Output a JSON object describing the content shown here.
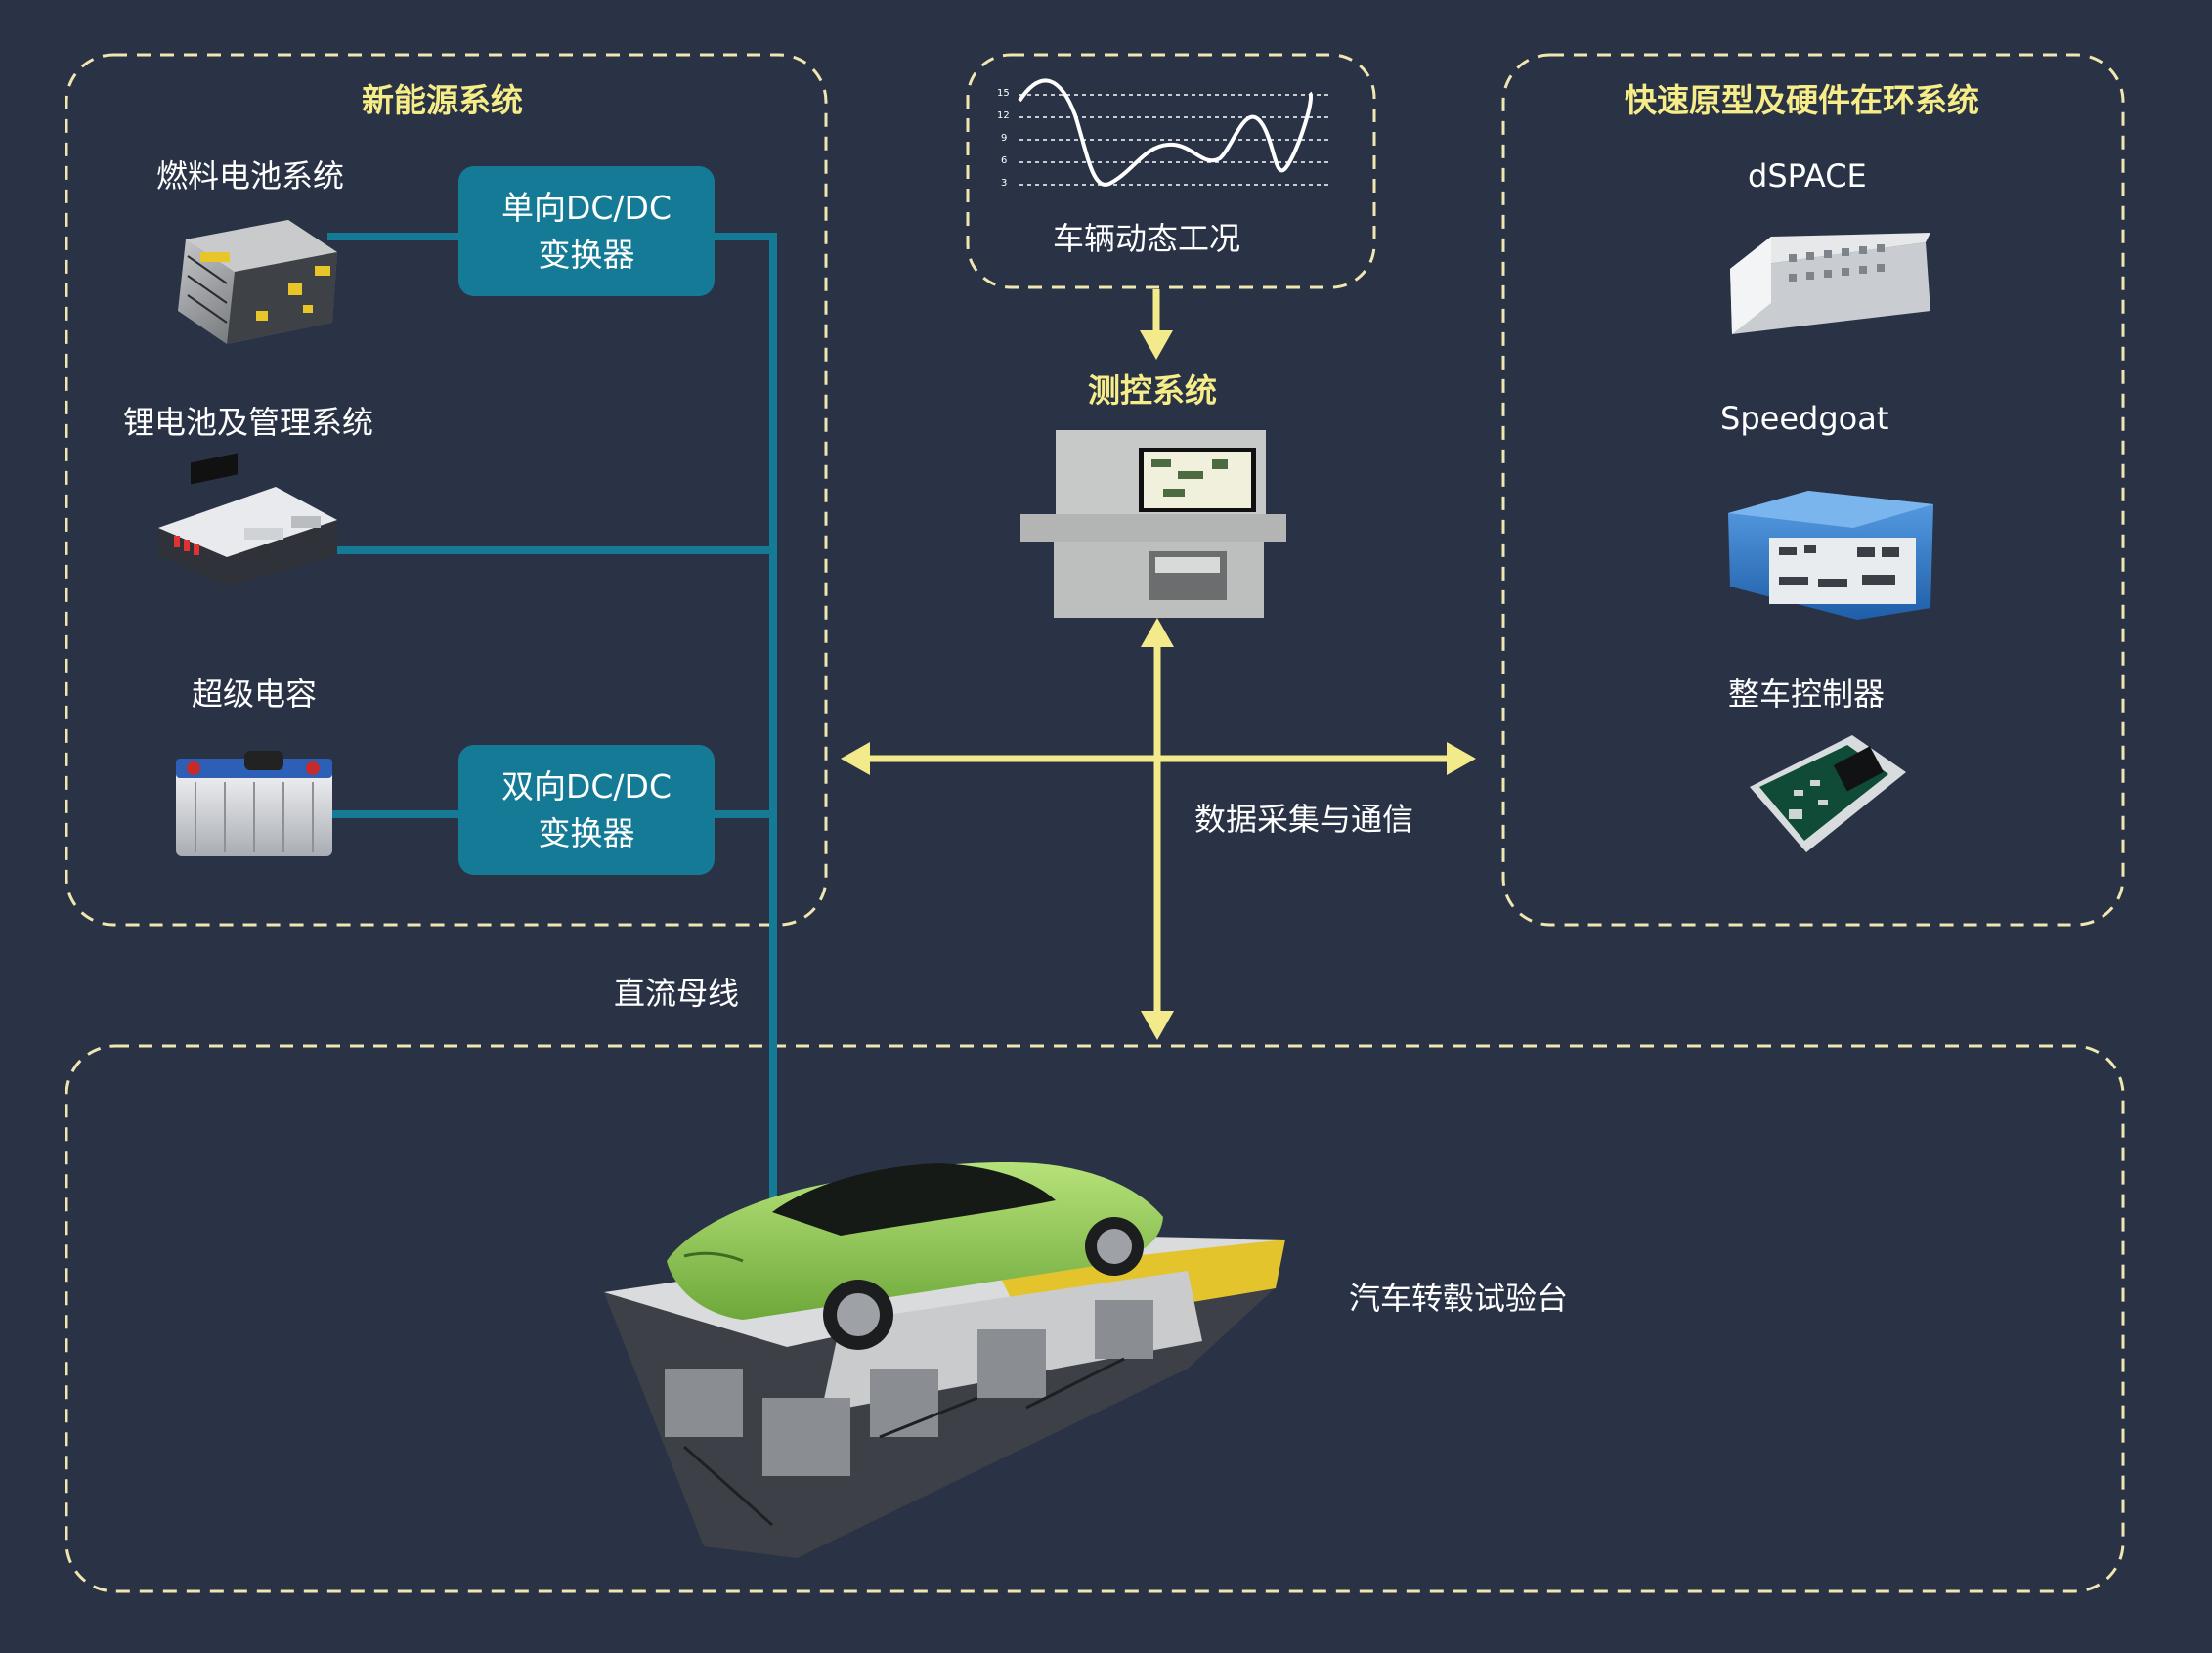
{
  "colors": {
    "background": "#2a3346",
    "dashed_border": "#f0e7b0",
    "title_yellow": "#f6ec88",
    "bus_teal": "#147a96",
    "arrow_yellow": "#f3ea8c",
    "converter_fill": "#147a96"
  },
  "new_energy": {
    "title": "新能源系统",
    "fuel_cell_label": "燃料电池系统",
    "lithium_label": "锂电池及管理系统",
    "supercap_label": "超级电容",
    "dcdc_uni": {
      "line1": "单向DC/DC",
      "line2": "变换器"
    },
    "dcdc_bi": {
      "line1": "双向DC/DC",
      "line2": "变换器"
    }
  },
  "vehicle_condition": {
    "label": "车辆动态工况",
    "y_ticks": [
      "15",
      "12",
      "9",
      "6",
      "3"
    ]
  },
  "measurement": {
    "title": "测控系统",
    "data_label": "数据采集与通信"
  },
  "rapid_proto": {
    "title": "快速原型及硬件在环系统",
    "dspace_label": "dSPACE",
    "speedgoat_label": "Speedgoat",
    "vcu_label": "整车控制器"
  },
  "dc_bus_label": "直流母线",
  "dyno_label": "汽车转毂试验台",
  "icons": {
    "fuel_cell": "fuel-cell-stack-icon",
    "lithium": "battery-pack-icon",
    "supercap": "supercapacitor-icon",
    "dspace": "dspace-box-icon",
    "speedgoat": "speedgoat-box-icon",
    "vcu": "circuit-board-icon",
    "console": "test-console-icon",
    "car": "sports-car-icon",
    "dyno": "chassis-dynamometer-icon"
  }
}
